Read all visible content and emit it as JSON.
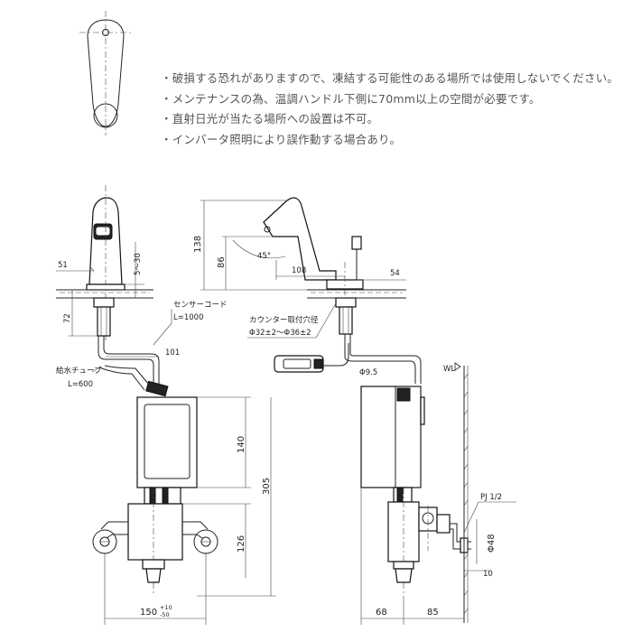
{
  "notes": [
    "・破損する恐れがありますので、凍結する可能性のある場所では使用しないでください。",
    "・メンテナンスの為、温調ハンドル下側に70mm以上の空間が必要です。",
    "・直射日光が当たる場所への設置は不可。",
    "・インバータ照明により誤作動する場合あり。"
  ],
  "labels": {
    "sensor_cord": "センサーコード",
    "sensor_cord_len": "L=1000",
    "supply_tube": "給水チューブ",
    "supply_tube_len": "L=600",
    "counter_hole": "カウンター取付穴径",
    "counter_hole_dia": "Φ32±2〜Φ36±2",
    "wl": "WL",
    "pj": "PJ 1/2"
  },
  "dims": {
    "d51": "51",
    "d5_30": "5〜30",
    "d72": "72",
    "d101": "101",
    "d138": "138",
    "d86": "86",
    "d45": "45°",
    "d108": "108",
    "d54": "54",
    "d95": "Φ9.5",
    "d140": "140",
    "d305": "305",
    "d126": "126",
    "d150": "150",
    "d150_plus": "+10",
    "d150_minus": "-50",
    "d48": "Φ48",
    "d10": "10",
    "d68": "68",
    "d85": "85"
  }
}
